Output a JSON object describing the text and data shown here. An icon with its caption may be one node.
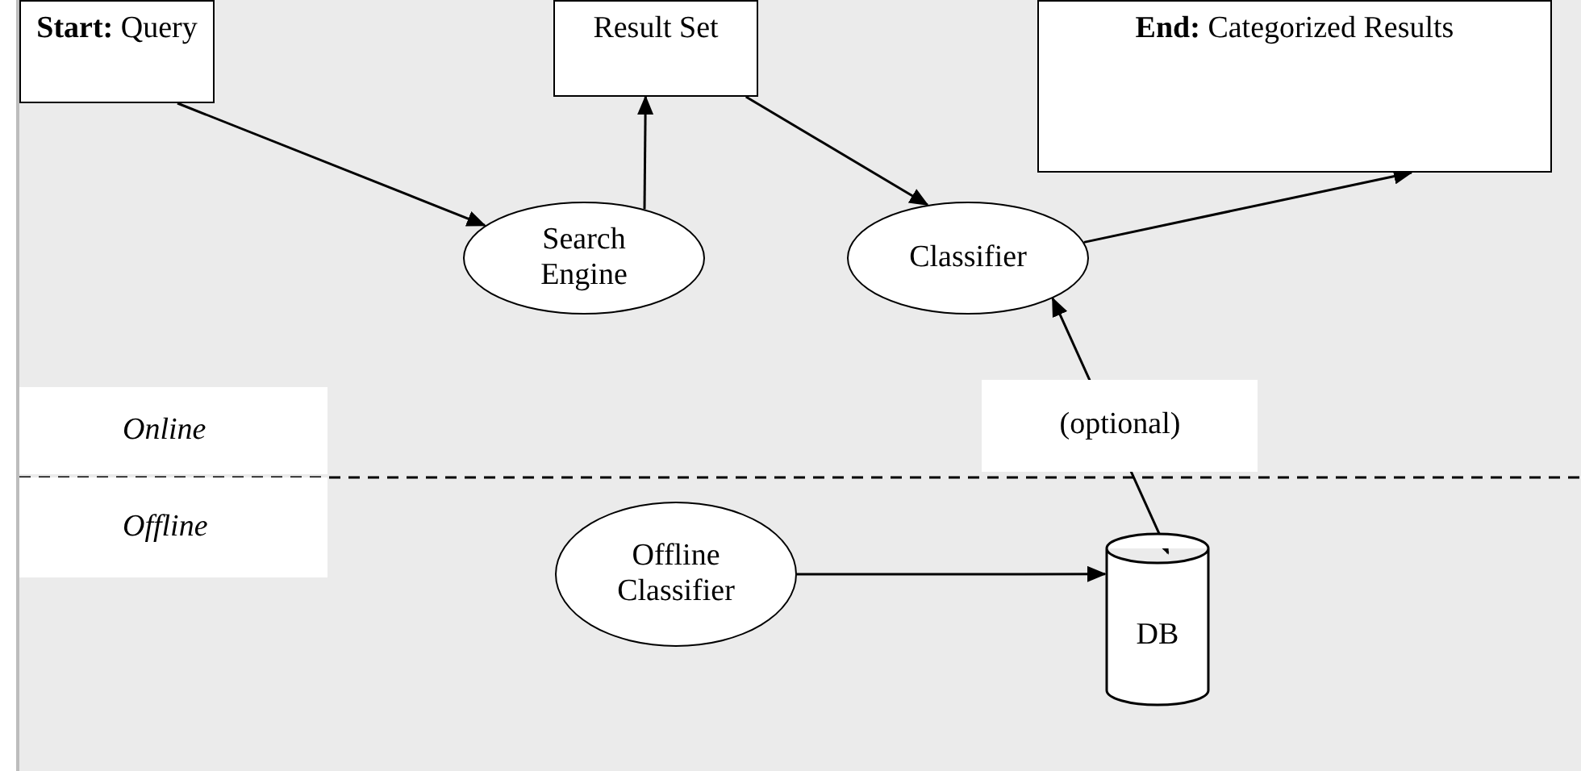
{
  "diagram": {
    "nodes": [
      {
        "text": [
          "**Start:** Query"
        ]
      },
      {
        "text": [
          "Result Set"
        ]
      },
      {
        "text": [
          "**End:** Categorized Results"
        ]
      },
      {
        "text": [
          "Search Engine"
        ]
      },
      {
        "text": [
          "Classifier"
        ]
      },
      {
        "text": [
          "Offline Classifier"
        ]
      },
      {
        "text": [
          "DB"
        ]
      }
    ],
    "edges": [
      {
        "from": 0,
        "to": 3,
        "arrow": "to"
      },
      {
        "from": 3,
        "to": 1,
        "arrow": "to"
      },
      {
        "from": 1,
        "to": 4,
        "arrow": "to"
      },
      {
        "from": 4,
        "to": 2,
        "arrow": "to"
      },
      {
        "from": 6,
        "to": 4,
        "arrow": "both",
        "label": "(optional)"
      },
      {
        "from": 5,
        "to": 6,
        "arrow": "to"
      }
    ],
    "labels": [
      "Online",
      "Offline"
    ]
  }
}
